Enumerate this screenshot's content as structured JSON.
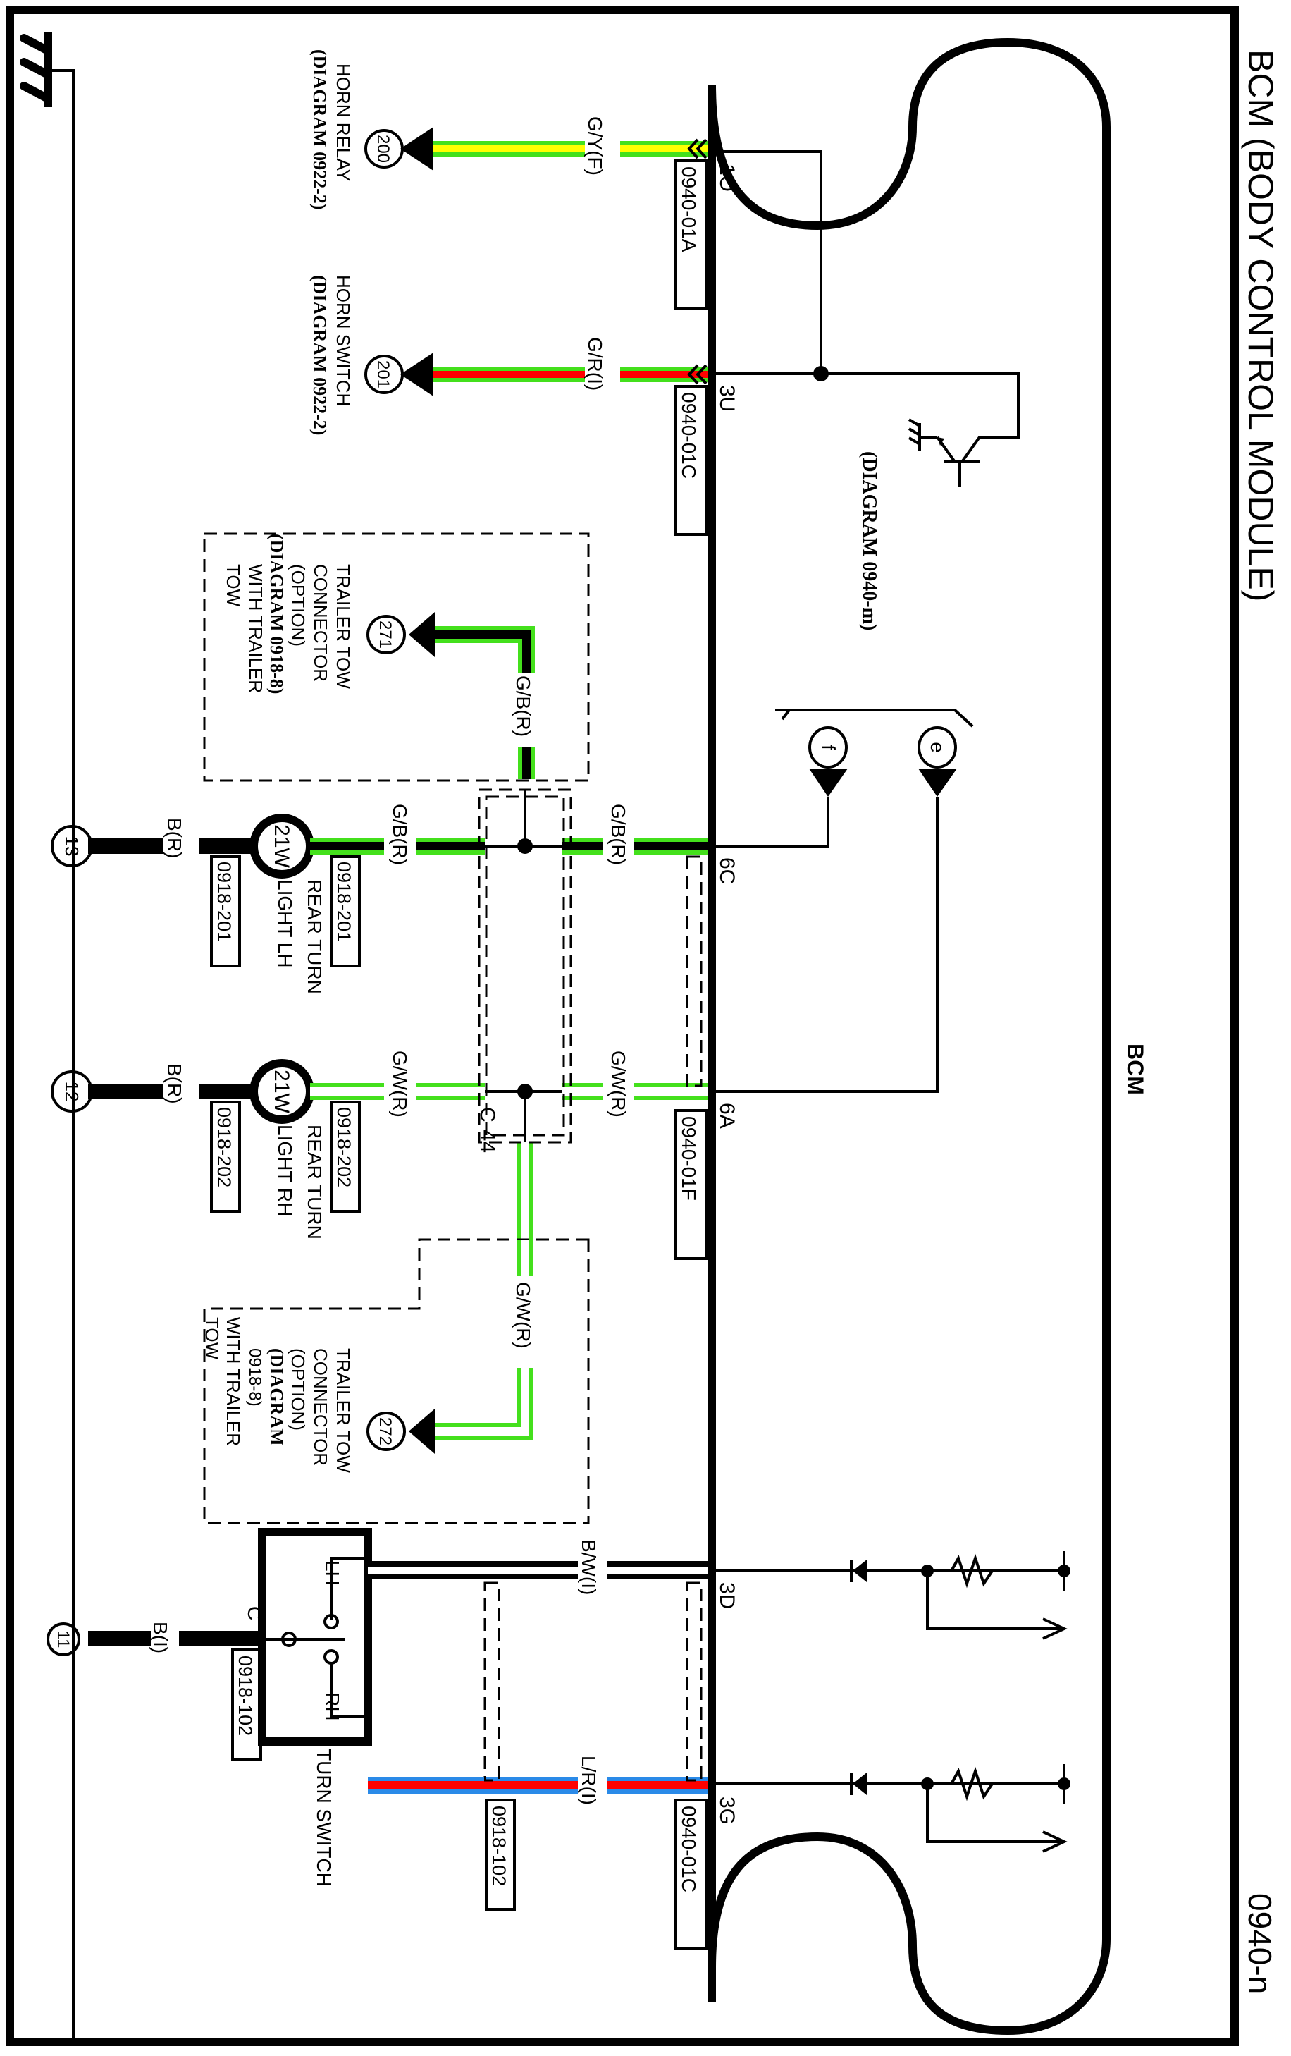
{
  "title": "BCM (BODY CONTROL MODULE)",
  "page_code": "0940-n",
  "module_label": "BCM",
  "transistor_ref": "(DIAGRAM 0940-m)",
  "offpage_refs": [
    {
      "label": "e"
    },
    {
      "label": "f"
    }
  ],
  "pins": [
    {
      "id": "1O",
      "connector": "0940-01A",
      "wire": "G/Y(F)",
      "colors": [
        "#44e01c",
        "#ffff00"
      ],
      "dest_circle": "200",
      "dest_label": "HORN RELAY",
      "dest_ref": "(DIAGRAM 0922-2)"
    },
    {
      "id": "3U",
      "connector": "0940-01C",
      "wire": "G/R(I)",
      "colors": [
        "#44e01c",
        "#ff0000"
      ],
      "dest_circle": "201",
      "dest_label": "HORN SWITCH",
      "dest_ref": "(DIAGRAM 0922-2)"
    },
    {
      "id": "6C",
      "connector": "",
      "wire": "G/B(R)",
      "colors": [
        "#44e01c",
        "#000000"
      ]
    },
    {
      "id": "6A",
      "connector": "0940-01F",
      "wire": "G/W(R)",
      "colors": [
        "#44e01c",
        "#ffffff"
      ]
    },
    {
      "id": "3D",
      "connector": "",
      "wire": "B/W(I)",
      "colors": [
        "#000000",
        "#ffffff"
      ]
    },
    {
      "id": "3G",
      "connector": "0940-01C",
      "wire": "L/R(I)",
      "colors": [
        "#2a8ae8",
        "#ff0000"
      ]
    }
  ],
  "splice": {
    "label": "C-44"
  },
  "trailer_lh": {
    "circle": "271",
    "wire": "G/B(R)",
    "lines": [
      "TRAILER TOW",
      "CONNECTOR",
      "(OPTION)",
      "(DIAGRAM 0918-8)",
      "WITH TRAILER",
      "TOW"
    ]
  },
  "trailer_rh": {
    "circle": "272",
    "wire": "G/W(R)",
    "lines": [
      "TRAILER TOW",
      "CONNECTOR",
      "(OPTION)",
      "(DIAGRAM",
      "0918-8)",
      "WITH TRAILER",
      "TOW"
    ]
  },
  "lamp_lh": {
    "watt": "21W",
    "name_lines": [
      "REAR TURN",
      "LIGHT LH"
    ],
    "conn_in": "0918-201",
    "conn_out": "0918-201",
    "wire_in": "G/B(R)",
    "ground_wire": "B(R)",
    "ground_circle": "13"
  },
  "lamp_rh": {
    "watt": "21W",
    "name_lines": [
      "REAR TURN",
      "LIGHT RH"
    ],
    "conn_in": "0918-202",
    "conn_out": "0918-202",
    "wire_in": "G/W(R)",
    "ground_wire": "B(R)",
    "ground_circle": "12"
  },
  "turn_switch": {
    "name": "TURN SWITCH",
    "lh": "LH",
    "rh": "RH",
    "common": "C",
    "conn_common": "0918-102",
    "conn_out": "0918-102",
    "ground_wire": "B(I)",
    "ground_circle": "11"
  }
}
